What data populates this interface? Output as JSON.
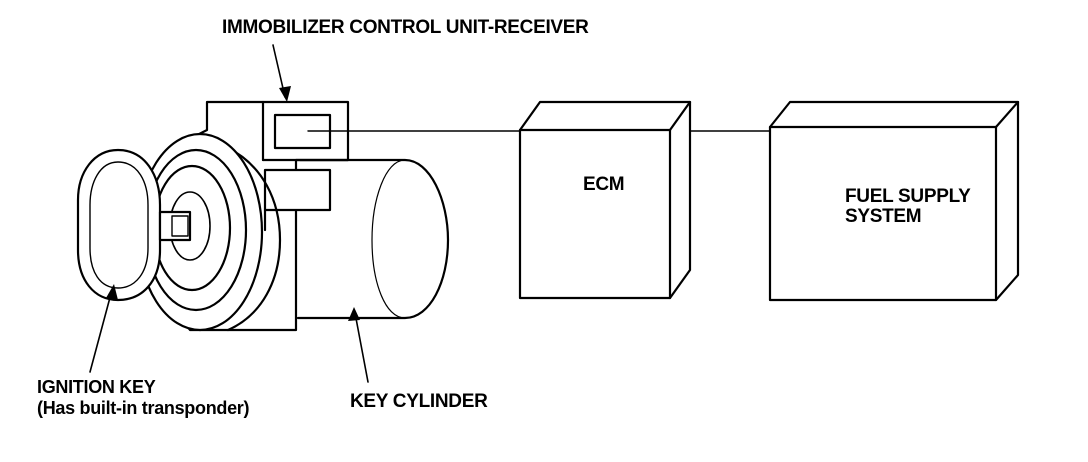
{
  "labels": {
    "immobilizer_unit": "IMMOBILIZER CONTROL UNIT-RECEIVER",
    "ecm": "ECM",
    "fuel_line1": "FUEL SUPPLY",
    "fuel_line2": "SYSTEM",
    "ignition_key_line1": "IGNITION KEY",
    "ignition_key_line2": "(Has built-in transponder)",
    "key_cylinder": "KEY CYLINDER"
  }
}
